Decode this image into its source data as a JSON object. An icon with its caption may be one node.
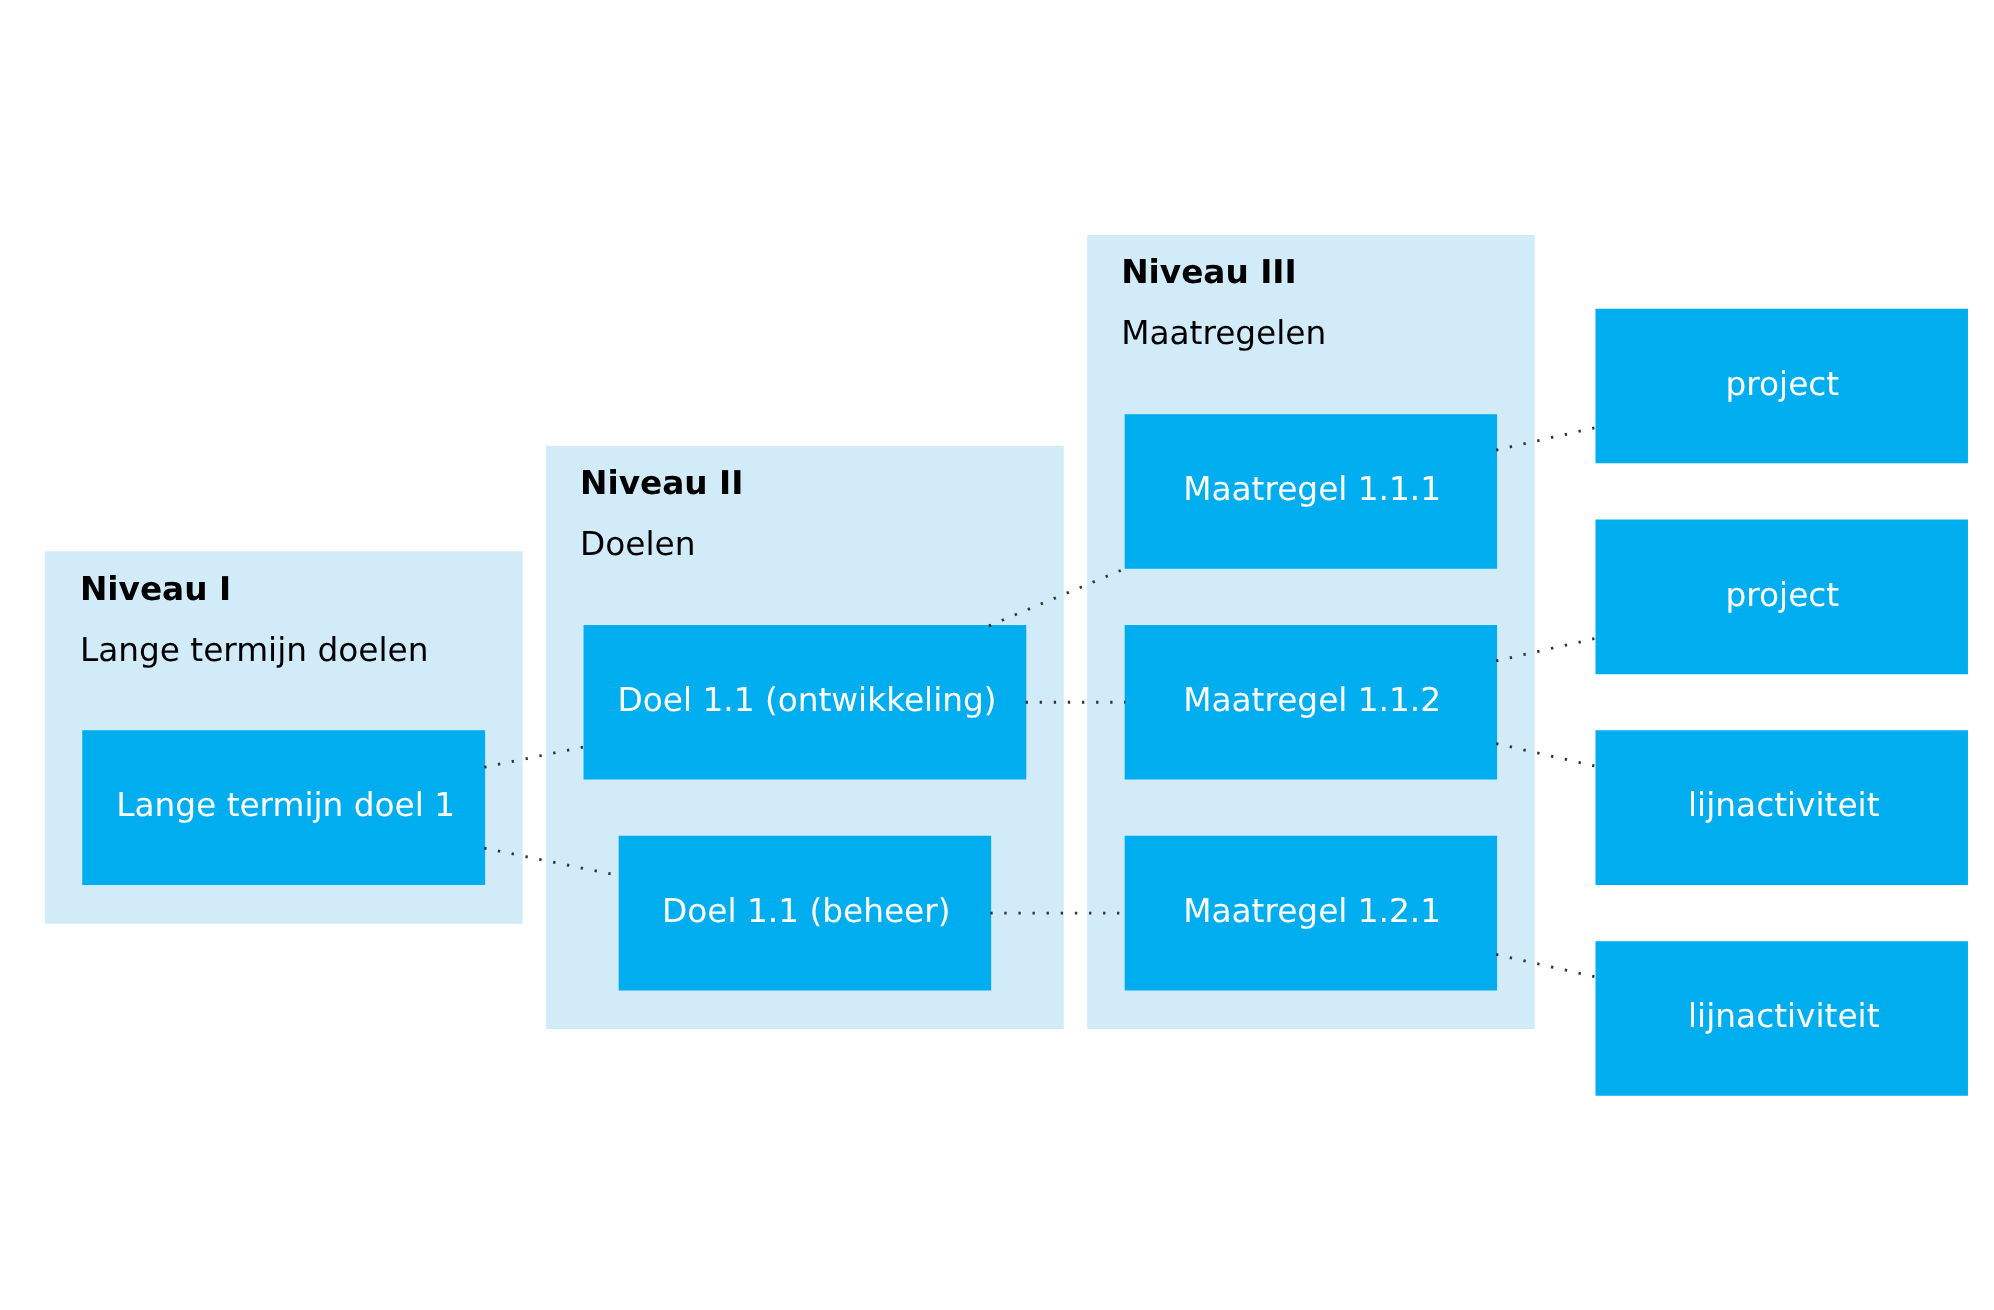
{
  "diagram": {
    "nodes": [
      {
        "text": [
          "Niveau I",
          "Lange termijn doelen"
        ]
      },
      {
        "text": [
          "Lange termijn doel 1"
        ],
        "in": 0
      },
      {
        "text": [
          "Niveau II",
          "Doelen"
        ]
      },
      {
        "text": [
          "Doel 1.1 (ontwikkeling)"
        ],
        "in": 2
      },
      {
        "text": [
          "Doel 1.1 (beheer)"
        ],
        "in": 2
      },
      {
        "text": [
          "Niveau III",
          "Maatregelen"
        ]
      },
      {
        "text": [
          "Maatregel 1.1.1"
        ],
        "in": 5
      },
      {
        "text": [
          "Maatregel 1.1.2"
        ],
        "in": 5
      },
      {
        "text": [
          "Maatregel 1.2.1"
        ],
        "in": 5
      },
      {
        "text": [
          "project"
        ]
      },
      {
        "text": [
          "project"
        ]
      },
      {
        "text": [
          "lijnactiviteit"
        ]
      },
      {
        "text": [
          "lijnactiviteit"
        ]
      }
    ],
    "edges": [
      {
        "from": 1,
        "to": 3,
        "arrow": "none"
      },
      {
        "from": 1,
        "to": 4,
        "arrow": "none"
      },
      {
        "from": 3,
        "to": 6,
        "arrow": "none"
      },
      {
        "from": 3,
        "to": 7,
        "arrow": "none"
      },
      {
        "from": 4,
        "to": 8,
        "arrow": "none"
      },
      {
        "from": 6,
        "to": 9,
        "arrow": "none"
      },
      {
        "from": 7,
        "to": 10,
        "arrow": "none"
      },
      {
        "from": 7,
        "to": 11,
        "arrow": "none"
      },
      {
        "from": 8,
        "to": 12,
        "arrow": "none"
      }
    ]
  }
}
